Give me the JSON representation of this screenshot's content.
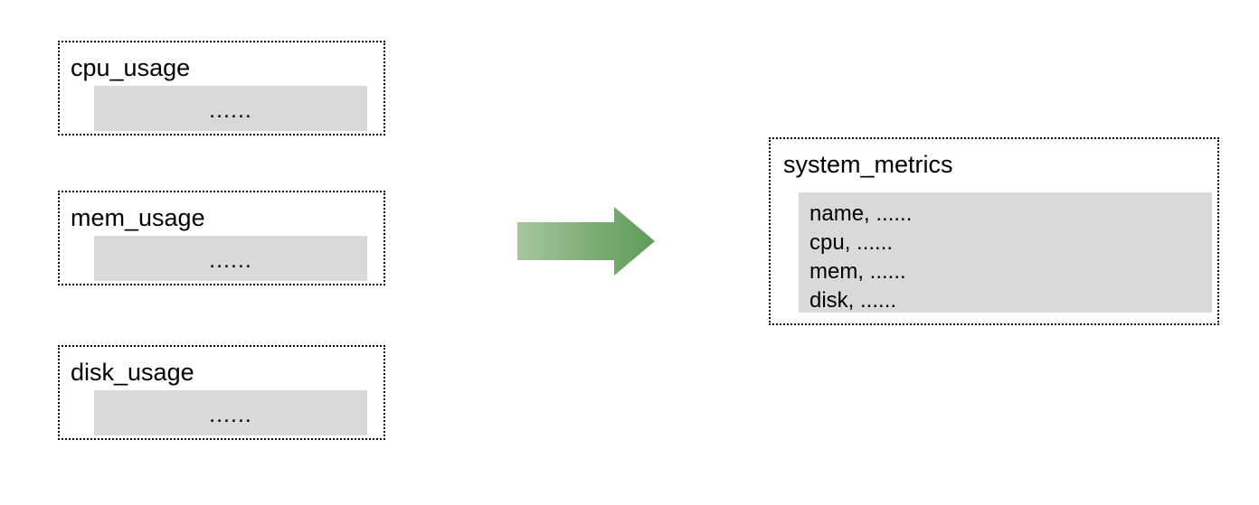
{
  "diagram": {
    "type": "data-merge-flow",
    "sources": [
      {
        "id": "cpu",
        "title": "cpu_usage",
        "payload_text": "......"
      },
      {
        "id": "mem",
        "title": "mem_usage",
        "payload_text": "......"
      },
      {
        "id": "disk",
        "title": "disk_usage",
        "payload_text": "......"
      }
    ],
    "arrow": {
      "icon": "right-arrow-icon",
      "direction": "right",
      "gradient_start": "#a8c5a0",
      "gradient_end": "#5f9c5a"
    },
    "target": {
      "id": "system_metrics",
      "title": "system_metrics",
      "fields": [
        "name, ......",
        "cpu, ......",
        "mem, ......",
        "disk, ......"
      ]
    },
    "colors": {
      "background": "#ffffff",
      "border": "#000000",
      "payload_fill": "#d9d9d9",
      "text": "#000000"
    }
  }
}
